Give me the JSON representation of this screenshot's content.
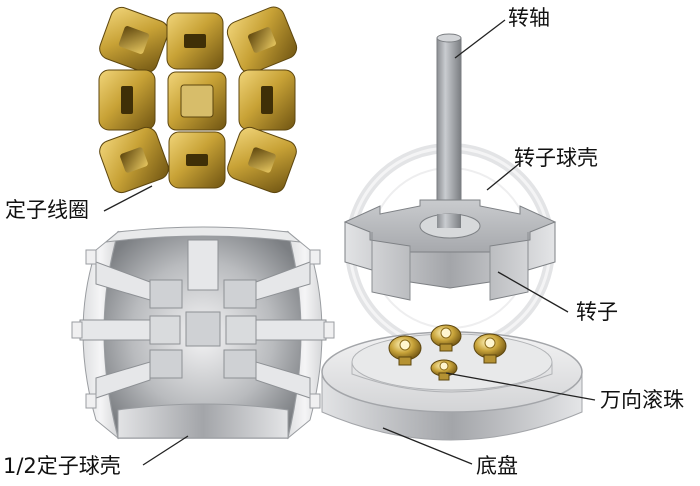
{
  "labels": {
    "shaft": "转轴",
    "rotor_shell": "转子球壳",
    "stator_coil": "定子线圈",
    "rotor": "转子",
    "half_stator_shell": "1/2定子球壳",
    "universal_ball": "万向滚珠",
    "base": "底盘"
  },
  "colors": {
    "coil_gold": "#b8962a",
    "metal_gray": "#a9acb0",
    "line": "#222222",
    "text": "#111111"
  },
  "counts": {
    "stator_coils": 9,
    "universal_balls": 4,
    "rotor_teeth": 6
  }
}
